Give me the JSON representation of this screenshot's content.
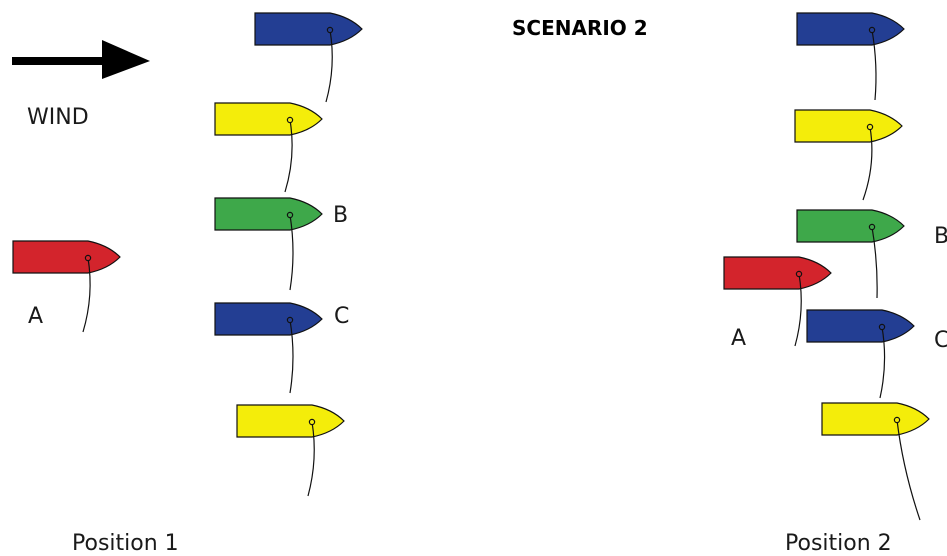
{
  "title": "SCENARIO 2",
  "wind_label": "WIND",
  "position_labels": [
    "Position 1",
    "Position 2"
  ],
  "boat_labels": [
    "A",
    "B",
    "C"
  ],
  "colors": {
    "blue": "#233e93",
    "yellow": "#f4ed0a",
    "green": "#3ea84a",
    "red": "#d3242c",
    "stroke": "#111111"
  },
  "boats": [
    {
      "group": "position-1",
      "color": "blue",
      "label": ""
    },
    {
      "group": "position-1",
      "color": "yellow",
      "label": ""
    },
    {
      "group": "position-1",
      "color": "green",
      "label": "B"
    },
    {
      "group": "position-1",
      "color": "red",
      "label": "A"
    },
    {
      "group": "position-1",
      "color": "blue",
      "label": "C"
    },
    {
      "group": "position-1",
      "color": "yellow",
      "label": ""
    },
    {
      "group": "position-2",
      "color": "blue",
      "label": ""
    },
    {
      "group": "position-2",
      "color": "yellow",
      "label": ""
    },
    {
      "group": "position-2",
      "color": "green",
      "label": "B"
    },
    {
      "group": "position-2",
      "color": "red",
      "label": "A"
    },
    {
      "group": "position-2",
      "color": "blue",
      "label": "C"
    },
    {
      "group": "position-2",
      "color": "yellow",
      "label": ""
    }
  ]
}
